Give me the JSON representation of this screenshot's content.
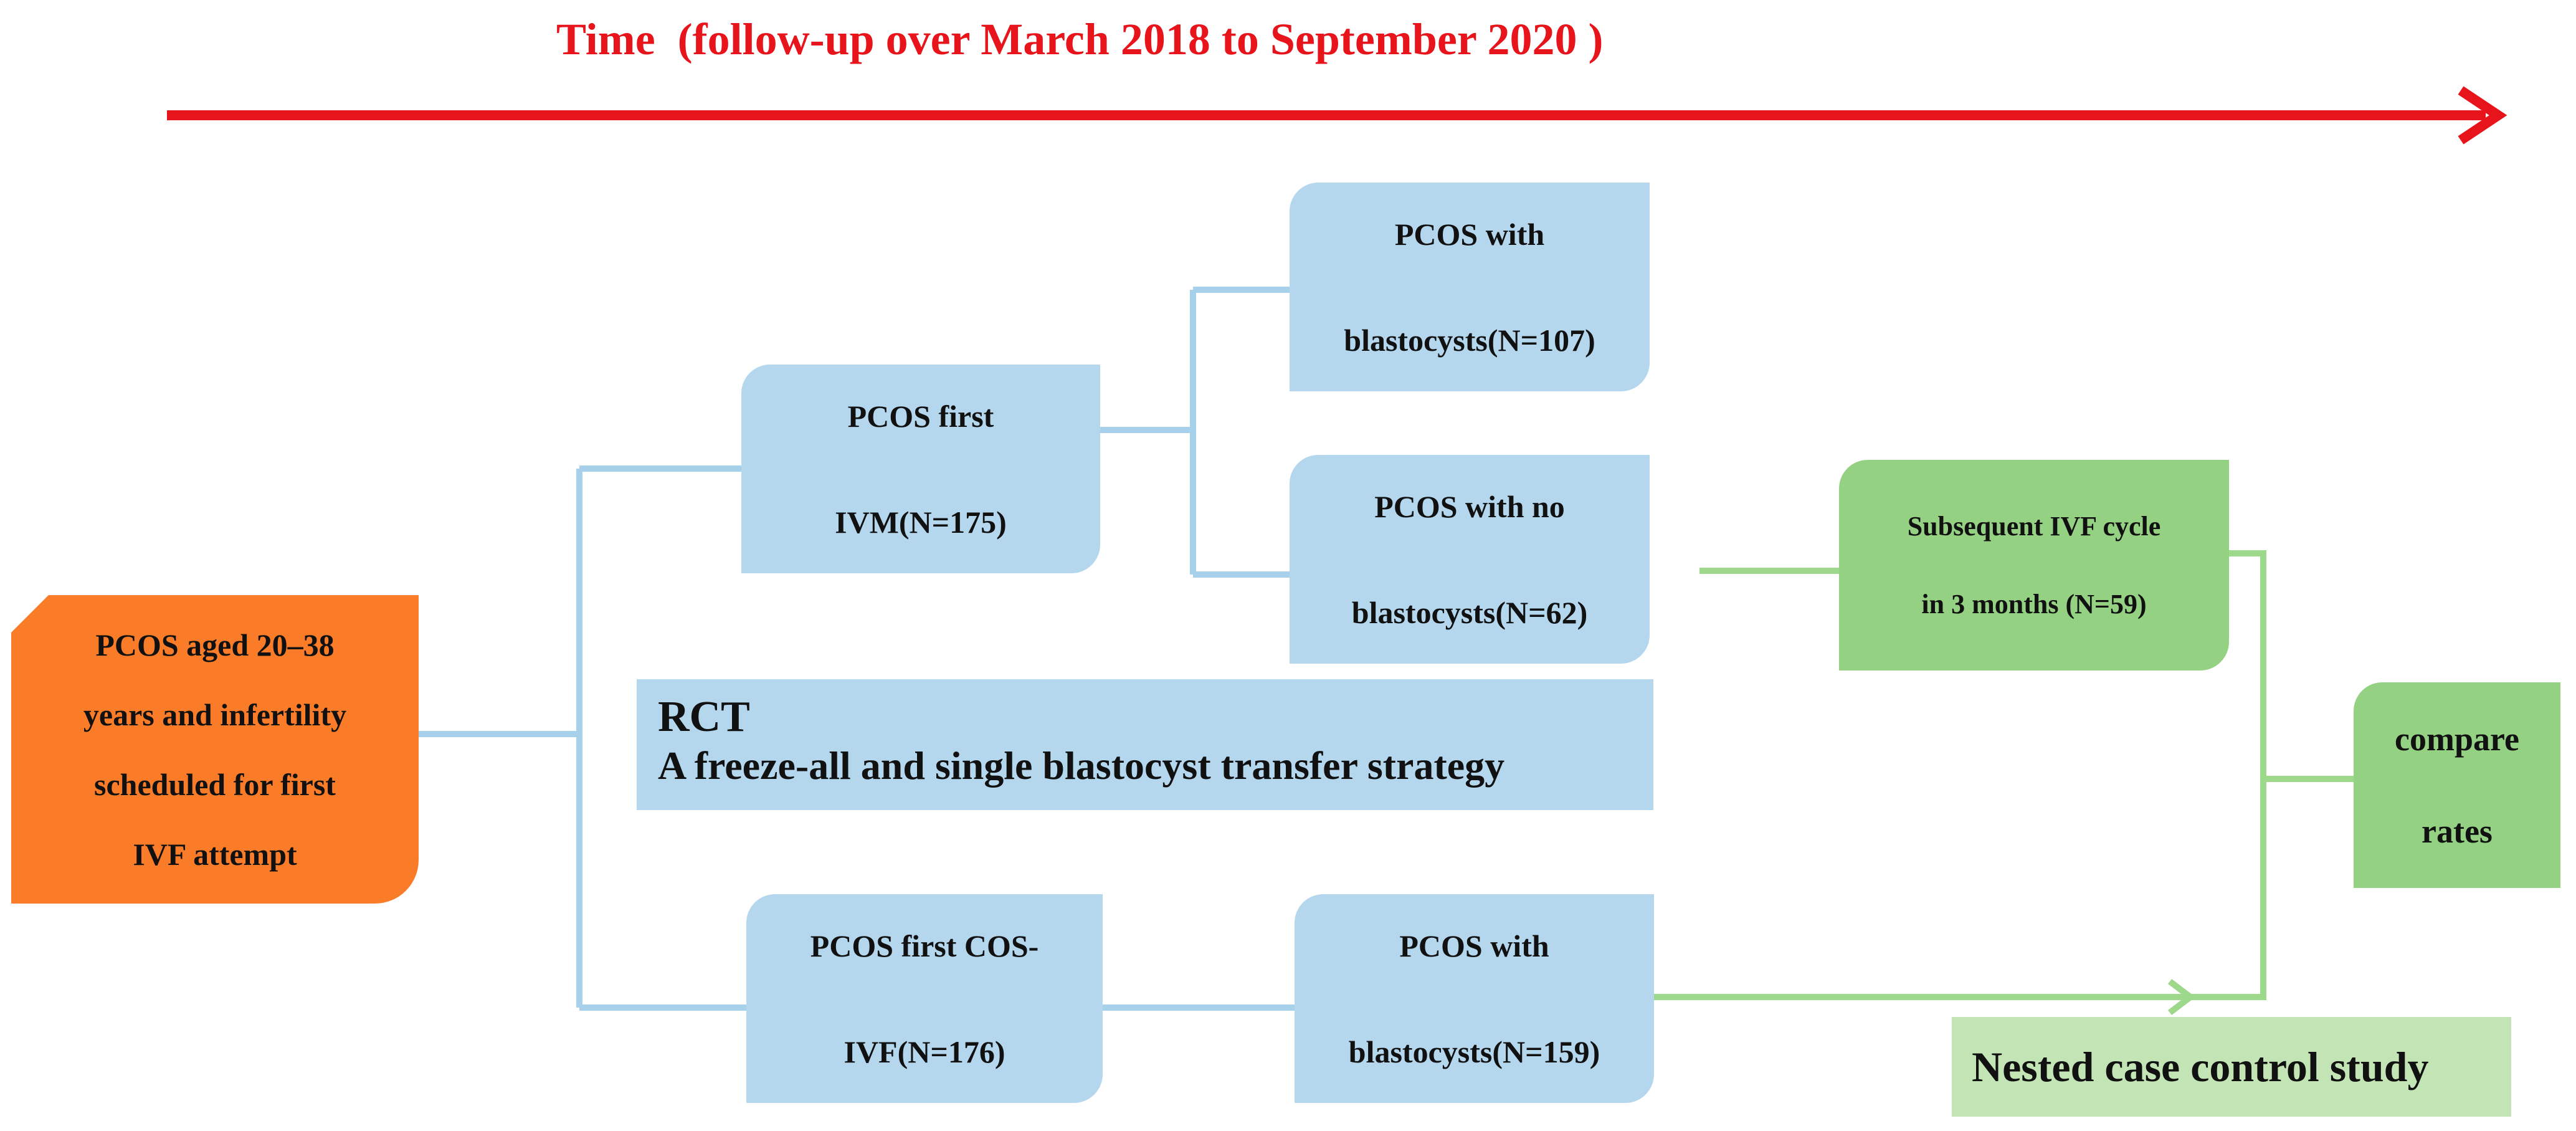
{
  "timeline": {
    "title": "Time  (follow-up over March 2018 to September 2020 )",
    "color": "#e8141b"
  },
  "colors": {
    "blue_box": "#b4d7ee",
    "blue_line": "#a7d0ea",
    "green_box": "#94d183",
    "green_line": "#9dd88b",
    "light_green_box": "#c3e5b5",
    "orange_box": "#fb7c28"
  },
  "nodes": {
    "start": "PCOS aged 20–38\nyears and infertility\nscheduled for first\nIVF attempt",
    "ivm": "PCOS first\nIVM(N=175)",
    "ivm_with_blastocysts": "PCOS with\nblastocysts(N=107)",
    "ivm_no_blastocysts": "PCOS with no\nblastocysts(N=62)",
    "cos_ivf": "PCOS first COS-\nIVF(N=176)",
    "cos_with_blastocysts": "PCOS with\nblastocysts(N=159)",
    "subsequent_ivf": "Subsequent IVF cycle\nin 3 months (N=59)",
    "compare": "compare\nrates"
  },
  "rct": {
    "title": "RCT",
    "subtitle": "A freeze-all and single blastocyst transfer strategy"
  },
  "nested": {
    "label": "Nested case control study"
  }
}
